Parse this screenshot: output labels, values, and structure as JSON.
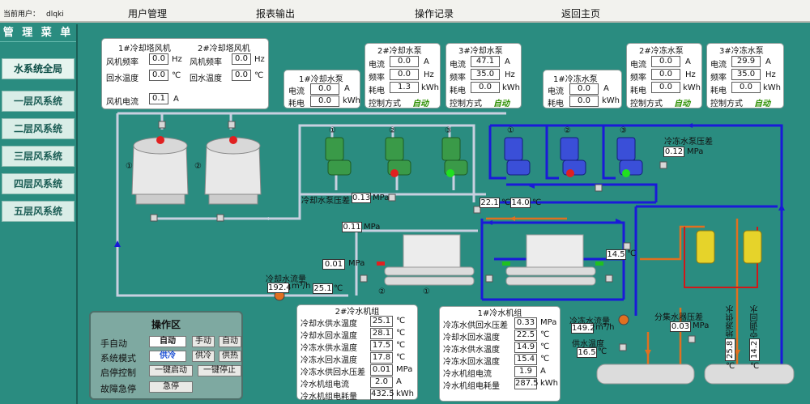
{
  "header": {
    "user_label": "当前用户：",
    "user_name": "dlqki",
    "nav": [
      "用户管理",
      "报表输出",
      "操作记录",
      "返回主页"
    ]
  },
  "sidebar": {
    "title": "管 理 菜 单",
    "items": [
      "水系统全局",
      "一层风系统",
      "二层风系统",
      "三层风系统",
      "四层风系统",
      "五层风系统"
    ]
  },
  "tower_fans": {
    "fan1": {
      "title": "1#冷却塔风机",
      "freq_label": "风机频率",
      "freq": "0.0",
      "freq_unit": "Hz",
      "temp_label": "回水温度",
      "temp": "0.0",
      "temp_unit": "℃"
    },
    "fan2": {
      "title": "2#冷却塔风机",
      "freq_label": "风机频率",
      "freq": "0.0",
      "freq_unit": "Hz",
      "temp_label": "回水温度",
      "temp": "0.0",
      "temp_unit": "℃"
    },
    "current_label": "风机电流",
    "current": "0.1",
    "current_unit": "A"
  },
  "cooling_pumps": {
    "p1": {
      "title": "1#冷却水泵",
      "i_label": "电流",
      "i": "0.0",
      "i_unit": "A",
      "e_label": "耗电",
      "e": "0.0",
      "e_unit": "kWh"
    },
    "p2": {
      "title": "2#冷却水泵",
      "i_label": "电流",
      "i": "0.0",
      "i_unit": "A",
      "f_label": "频率",
      "f": "0.0",
      "f_unit": "Hz",
      "e_label": "耗电",
      "e": "1.3",
      "e_unit": "kWh",
      "mode_label": "控制方式",
      "mode": "自动"
    },
    "p3": {
      "title": "3#冷却水泵",
      "i_label": "电流",
      "i": "47.1",
      "i_unit": "A",
      "f_label": "频率",
      "f": "35.0",
      "f_unit": "Hz",
      "e_label": "耗电",
      "e": "0.0",
      "e_unit": "kWh",
      "mode_label": "控制方式",
      "mode": "自动"
    }
  },
  "chilled_pumps": {
    "p1": {
      "title": "1#冷冻水泵",
      "i_label": "电流",
      "i": "0.0",
      "i_unit": "A",
      "e_label": "耗电",
      "e": "0.0",
      "e_unit": "kWh"
    },
    "p2": {
      "title": "2#冷冻水泵",
      "i_label": "电流",
      "i": "0.0",
      "i_unit": "A",
      "f_label": "频率",
      "f": "0.0",
      "f_unit": "Hz",
      "e_label": "耗电",
      "e": "0.0",
      "e_unit": "kWh",
      "mode_label": "控制方式",
      "mode": "自动"
    },
    "p3": {
      "title": "3#冷冻水泵",
      "i_label": "电流",
      "i": "29.9",
      "i_unit": "A",
      "f_label": "频率",
      "f": "35.0",
      "f_unit": "Hz",
      "e_label": "耗电",
      "e": "0.0",
      "e_unit": "kWh",
      "mode_label": "控制方式",
      "mode": "自动"
    }
  },
  "field": {
    "pump_nums": [
      "①",
      "②",
      "③",
      "①",
      "②",
      "③"
    ],
    "tower_nums": [
      "①",
      "②"
    ],
    "chiller_nums": [
      "①",
      "②"
    ],
    "chilled_dp_label": "冷冻水泵压差",
    "chilled_dp": "0.12",
    "chilled_dp_unit": "MPa",
    "cooling_dp_label": "冷却水泵压差",
    "cooling_dp": "0.13",
    "cooling_dp_unit": "MPa",
    "t_cool1": "22.1",
    "t_cool2": "14.0",
    "t_unit": "℃",
    "p_top": "0.11",
    "p_top_unit": "MPa",
    "p_left": "0.01",
    "p_left_unit": "MPa",
    "t_mid": "14.5",
    "t_left": "25.1",
    "cool_flow_label": "冷却水流量",
    "cool_flow": "192.4",
    "flow_unit": "m³/h",
    "chill_flow_label": "冷冻水流量",
    "chill_flow": "149.2",
    "supply_t_label": "供水温度",
    "supply_t": "16.5",
    "manifold_dp_label": "分集水器压差",
    "manifold_dp": "0.03",
    "manifold_dp_unit": "MPa",
    "v_label1": "地源供水",
    "v_val1": "25.8",
    "v_label2": "空调回水",
    "v_val2": "14.2",
    "v_unit": "℃"
  },
  "chiller2": {
    "title": "2#冷水机组",
    "rows": [
      {
        "label": "冷却水供水温度",
        "value": "25.1",
        "unit": "℃"
      },
      {
        "label": "冷却水回水温度",
        "value": "28.1",
        "unit": "℃"
      },
      {
        "label": "冷冻水供水温度",
        "value": "17.5",
        "unit": "℃"
      },
      {
        "label": "冷冻水回水温度",
        "value": "17.8",
        "unit": "℃"
      },
      {
        "label": "冷冻水供回水压差",
        "value": "0.01",
        "unit": "MPa"
      },
      {
        "label": "冷水机组电流",
        "value": "2.0",
        "unit": "A"
      },
      {
        "label": "冷水机组电耗量",
        "value": "432.5",
        "unit": "kWh"
      }
    ]
  },
  "chiller1": {
    "title": "1#冷水机组",
    "rows": [
      {
        "label": "冷冻水供回水压差",
        "value": "0.33",
        "unit": "MPa"
      },
      {
        "label": "冷却水回水温度",
        "value": "22.5",
        "unit": "℃"
      },
      {
        "label": "冷冻水供水温度",
        "value": "14.9",
        "unit": "℃"
      },
      {
        "label": "冷冻水回水温度",
        "value": "15.4",
        "unit": "℃"
      },
      {
        "label": "冷水机组电流",
        "value": "1.9",
        "unit": "A"
      },
      {
        "label": "冷水机组电耗量",
        "value": "287.5",
        "unit": "kWh"
      }
    ]
  },
  "operation": {
    "title": "操作区",
    "mode_label": "手自动",
    "mode_current": "自动",
    "mode_btn1": "手动",
    "mode_btn2": "自动",
    "sys_label": "系统模式",
    "sys_current": "供冷",
    "sys_btn1": "供冷",
    "sys_btn2": "供热",
    "startstop_label": "启停控制",
    "start_btn": "一键启动",
    "stop_btn": "一键停止",
    "estop_label": "故障急停",
    "estop_btn": "急停"
  },
  "colors": {
    "background": "#2a8c80",
    "cooling_pipe": "#c8d0e0",
    "chilled_pipe": "#1a1ad8",
    "ground_pipe": "#e07020",
    "auto_text": "#2c8f00"
  }
}
